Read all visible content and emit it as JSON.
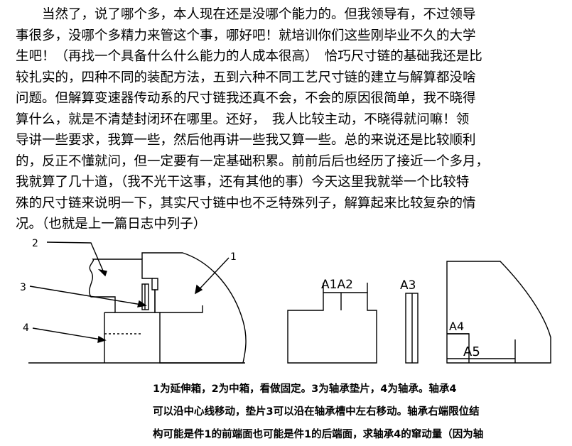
{
  "paragraph": {
    "lines": [
      "　　当然了，说了哪个多，本人现在还是没哪个能力的。但我领导有，不过领导",
      "事很多，没哪个多精力来管这个事，哪好吧！就培训你们这些刚毕业不久的大学",
      "生吧！（再找一个具备什么什么能力的人成本很高）　恰巧尺寸链的基础我还是比",
      "较扎实的，四种不同的装配方法，五到六种不同工艺尺寸链的建立与解算都没啥",
      "问题。但解算变速器传动系的尺寸链我还真不会，不会的原因很简单，我不晓得",
      "算什么，就是不清楚封闭环在哪里。还好，　我人比较主动，不晓得就问嘛！领",
      "导讲一些要求，我算一些，然后他再讲一些我又算一些。总的来说还是比较顺利",
      "的，反正不懂就问，但一定要有一定基础积累。前前后后也经历了接近一个多月，",
      "我就算了几十道，（我不光干这事，还有其他的事）今天这里我就举一个比较特",
      "殊的尺寸链来说明一下，其实尺寸链中也不乏特殊列子，解算起来比较复杂的情",
      "况。（也就是上一篇日志中列子）"
    ]
  },
  "figure": {
    "labels": {
      "part1": "1",
      "part2": "2",
      "part3": "3",
      "part4": "4",
      "a1a2": "A1A2",
      "a3": "A3",
      "a4": "A4",
      "a5": "A5"
    }
  },
  "caption": {
    "lines": [
      "1为延伸箱，2为中箱，看做固定。3为轴承垫片，4为轴承。轴承4",
      "可以沿中心线移动，垫片3可以沿在轴承槽中左右移动。轴承右端限位结",
      "构可能是件1的前端面也可能是件1的后端面，求轴承4的窜动量（因为轴"
    ]
  }
}
